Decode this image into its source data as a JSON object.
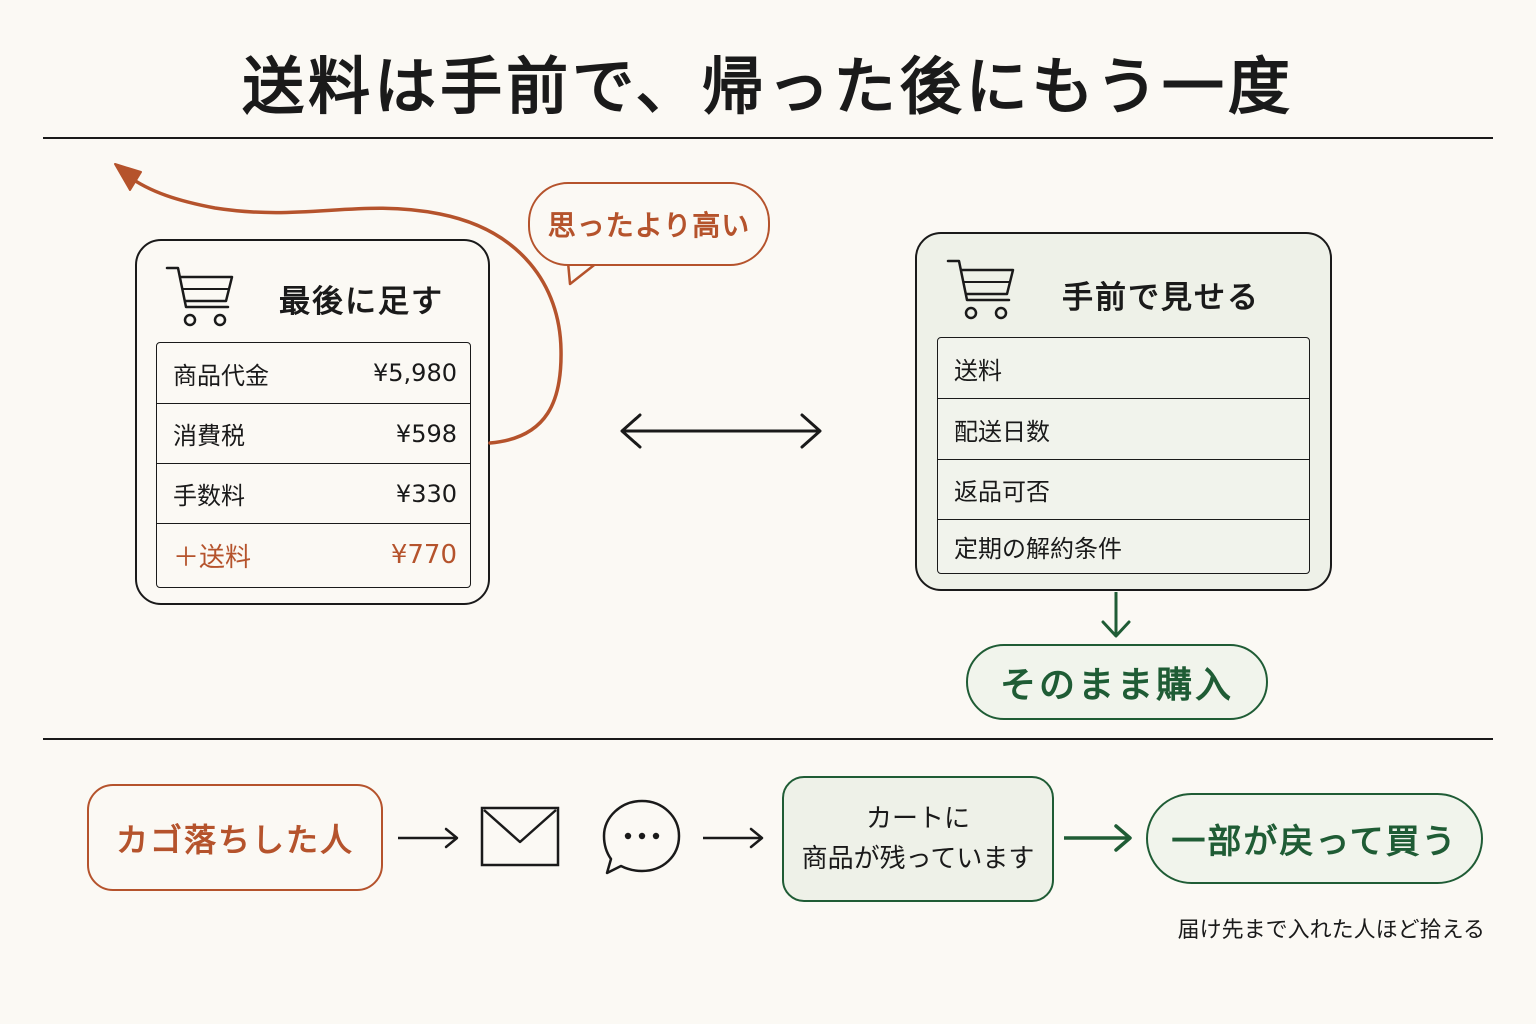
{
  "title": "送料は手前で、帰った後にもう一度",
  "left_card": {
    "title": "最後に足す",
    "icon": "cart-icon",
    "rows": [
      {
        "label": "商品代金",
        "value": "¥5,980"
      },
      {
        "label": "消費税",
        "value": "¥598"
      },
      {
        "label": "手数料",
        "value": "¥330"
      },
      {
        "label": "＋送料",
        "value": "¥770"
      }
    ]
  },
  "speech_bubble": "思ったより高い",
  "right_card": {
    "title": "手前で見せる",
    "icon": "cart-icon",
    "rows": [
      "送料",
      "配送日数",
      "返品可否",
      "定期の解約条件"
    ]
  },
  "buy_label": "そのまま購入",
  "flow": {
    "abandon_label": "カゴ落ちした人",
    "message_line1": "カートに",
    "message_line2": "商品が残っています",
    "return_label": "一部が戻って買う",
    "note": "届け先まで入れた人ほど拾える"
  },
  "colors": {
    "accent": "#b5532c",
    "green": "#1f5c35",
    "background": "#fbf9f4",
    "panel": "#eef1e8"
  }
}
